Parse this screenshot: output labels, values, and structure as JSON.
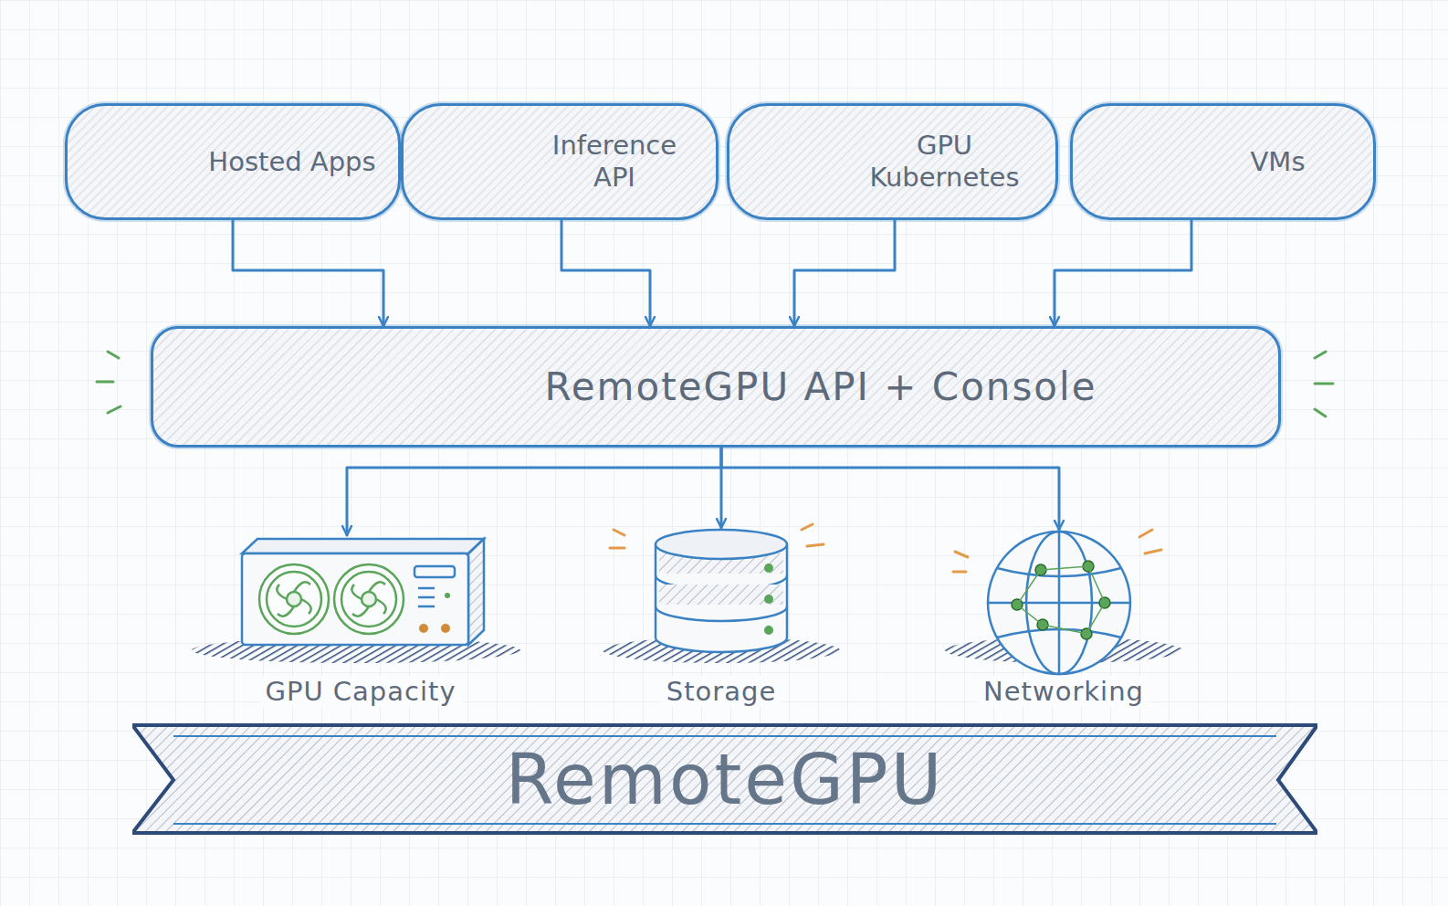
{
  "diagram": {
    "nodes": [
      {
        "text": [
          "Hosted Apps"
        ]
      },
      {
        "text": [
          "Inference API"
        ]
      },
      {
        "text": [
          "GPU Kubernetes"
        ]
      },
      {
        "text": [
          "VMs"
        ]
      },
      {
        "text": [
          "RemoteGPU API + Console"
        ]
      },
      {
        "text": [
          "GPU Capacity"
        ]
      },
      {
        "text": [
          "Storage"
        ]
      },
      {
        "text": [
          "Networking"
        ]
      },
      {
        "text": [
          "RemoteGPU"
        ]
      }
    ],
    "edges": [
      {
        "from": 0,
        "to": 4,
        "arrow": "to"
      },
      {
        "from": 1,
        "to": 4,
        "arrow": "to"
      },
      {
        "from": 2,
        "to": 4,
        "arrow": "to"
      },
      {
        "from": 3,
        "to": 4,
        "arrow": "to"
      },
      {
        "from": 4,
        "to": 5,
        "arrow": "to"
      },
      {
        "from": 4,
        "to": 6,
        "arrow": "to"
      },
      {
        "from": 4,
        "to": 7,
        "arrow": "to"
      }
    ]
  }
}
